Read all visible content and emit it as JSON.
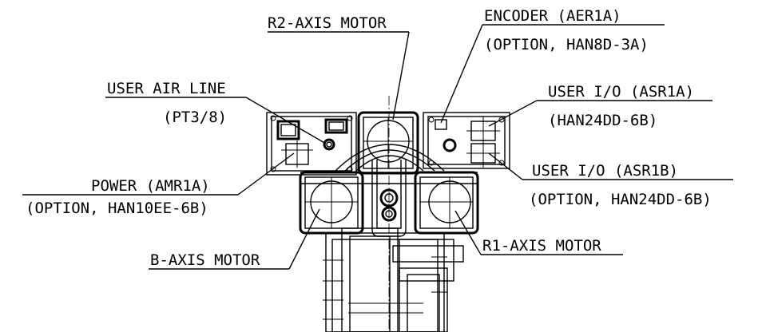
{
  "labels": {
    "r2_axis_motor": "R2-AXIS MOTOR",
    "encoder": "ENCODER (AER1A)",
    "encoder_option": "(OPTION, HAN8D-3A)",
    "user_air_line": "USER AIR LINE",
    "user_air_line_size": "(PT3/8)",
    "user_io_a": "USER I/O (ASR1A)",
    "user_io_a_connector": "(HAN24DD-6B)",
    "power": "POWER (AMR1A)",
    "power_option": "(OPTION, HAN10EE-6B)",
    "user_io_b": "USER I/O (ASR1B)",
    "user_io_b_option": "(OPTION, HAN24DD-6B)",
    "b_axis_motor": "B-AXIS MOTOR",
    "r1_axis_motor": "R1-AXIS MOTOR"
  }
}
